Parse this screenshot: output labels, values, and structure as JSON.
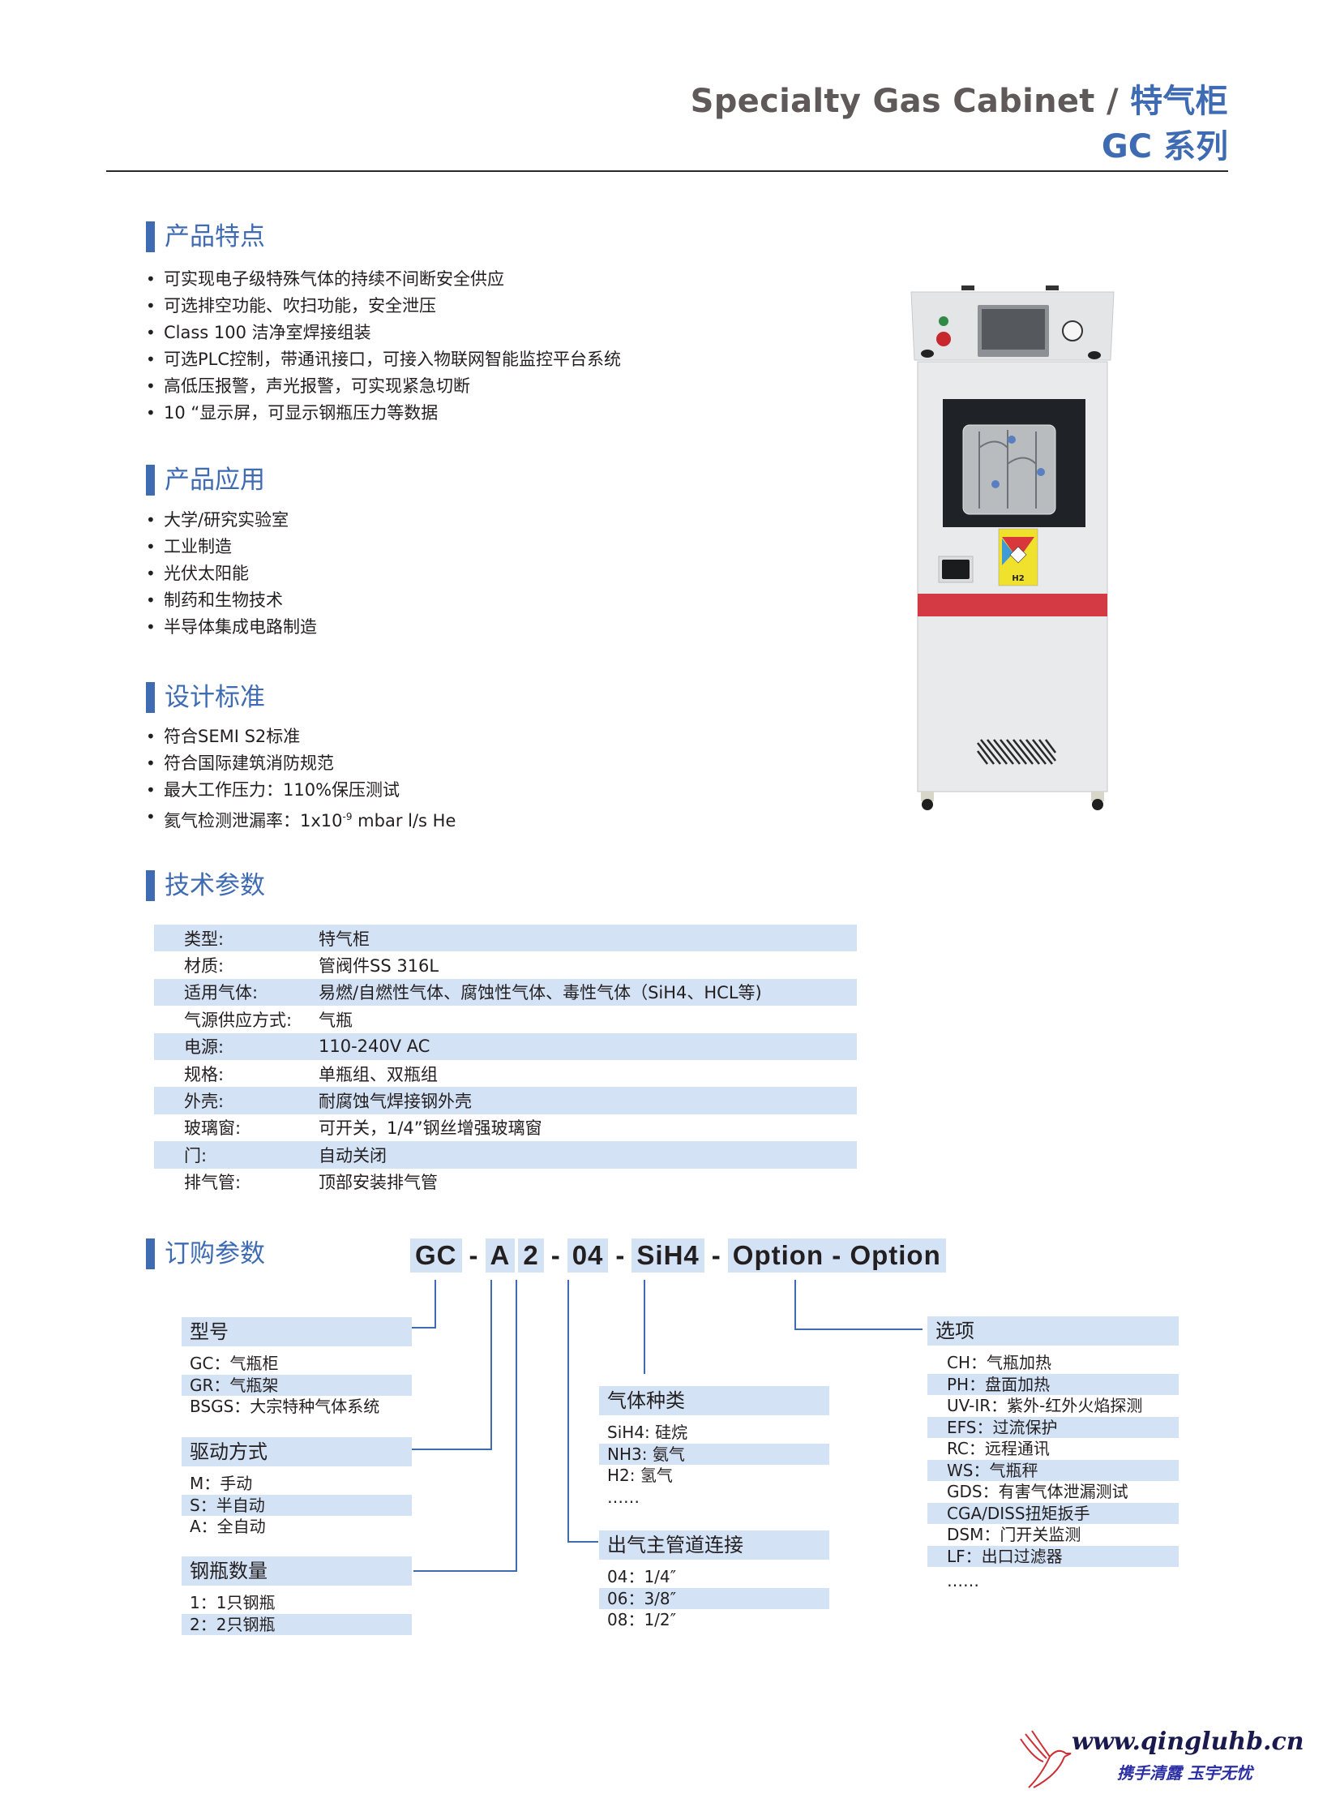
{
  "header": {
    "title_en": "Specialty Gas Cabinet / ",
    "title_cn": "特气柜",
    "series": "GC 系列"
  },
  "colors": {
    "accent": "#3f6bb3",
    "row_shade": "#d3e2f4",
    "title_gray": "#5f5a59",
    "cabinet_stripe": "#d43a43"
  },
  "features": {
    "heading": "产品特点",
    "items": [
      "可实现电子级特殊气体的持续不间断安全供应",
      "可选排空功能、吹扫功能，安全泄压",
      "Class 100 洁净室焊接组装",
      "可选PLC控制，带通讯接口，可接入物联网智能监控平台系统",
      "高低压报警，声光报警，可实现紧急切断",
      "10 “显示屏，可显示钢瓶压力等数据"
    ]
  },
  "applications": {
    "heading": "产品应用",
    "items": [
      "大学/研究实验室",
      "工业制造",
      "光伏太阳能",
      "制药和生物技术",
      "半导体集成电路制造"
    ]
  },
  "standards": {
    "heading": "设计标准",
    "items": [
      "符合SEMI S2标准",
      "符合国际建筑消防规范",
      "最大工作压力：110%保压测试"
    ],
    "leak_prefix": "氦气检测泄漏率：1x10",
    "leak_exp": "-9",
    "leak_suffix": " mbar l/s He"
  },
  "tech": {
    "heading": "技术参数",
    "rows": [
      {
        "k": "类型:",
        "v": "特气柜"
      },
      {
        "k": "材质:",
        "v": "管阀件SS 316L"
      },
      {
        "k": "适用气体:",
        "v": "易燃/自燃性气体、腐蚀性气体、毒性气体（SiH4、HCL等)"
      },
      {
        "k": "气源供应方式:",
        "v": "气瓶"
      },
      {
        "k": "电源:",
        "v": "110-240V AC"
      },
      {
        "k": "规格:",
        "v": "单瓶组、双瓶组"
      },
      {
        "k": "外壳:",
        "v": "耐腐蚀气焊接钢外壳"
      },
      {
        "k": "玻璃窗:",
        "v": "可开关，1/4”钢丝增强玻璃窗"
      },
      {
        "k": "门:",
        "v": "自动关闭"
      },
      {
        "k": "排气管:",
        "v": "顶部安装排气管"
      }
    ]
  },
  "ordering": {
    "heading": "订购参数",
    "code": {
      "model": "GC",
      "drive": "A",
      "qty": "2",
      "pipe": "04",
      "gas": "SiH4",
      "opt1": "Option",
      "opt2": "Option",
      "dash": "-"
    },
    "model_block": {
      "heading": "型号",
      "items": [
        "GC：气瓶柜",
        "GR：气瓶架",
        "BSGS：大宗特种气体系统"
      ]
    },
    "drive_block": {
      "heading": "驱动方式",
      "items": [
        "M：手动",
        "S：半自动",
        "A：全自动"
      ]
    },
    "qty_block": {
      "heading": "钢瓶数量",
      "items": [
        "1：1只钢瓶",
        "2：2只钢瓶"
      ]
    },
    "gas_block": {
      "heading": "气体种类",
      "items": [
        "SiH4: 硅烷",
        "NH3: 氨气",
        "H2: 氢气",
        "……"
      ]
    },
    "pipe_block": {
      "heading": "出气主管道连接",
      "items": [
        "04：1/4″",
        "06：3/8″",
        "08：1/2″"
      ]
    },
    "option_block": {
      "heading": "选项",
      "items": [
        "CH：气瓶加热",
        "PH：盘面加热",
        "UV-IR：紫外-红外火焰探测",
        "EFS：过流保护",
        "RC：远程通讯",
        "WS：气瓶秤",
        "GDS：有害气体泄漏测试",
        "CGA/DISS扭矩扳手",
        "DSM：门开关监测",
        "LF：出口过滤器",
        "……"
      ]
    }
  },
  "product_image": {
    "label_gas": "H2"
  },
  "footer": {
    "url": "www.qingluhb.cn",
    "slogan": "携手清露 玉宇无忧"
  }
}
